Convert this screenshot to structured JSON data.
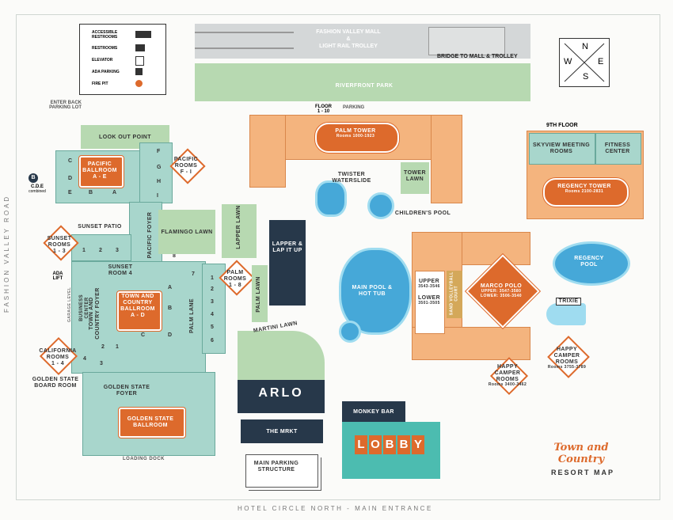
{
  "legend": {
    "items": [
      {
        "label": "ACCESSIBLE RESTROOMS",
        "icon": "accessible-restroom-icon"
      },
      {
        "label": "RESTROOMS",
        "icon": "restroom-icon"
      },
      {
        "label": "ELEVATOR",
        "icon": "elevator-icon"
      },
      {
        "label": "ADA PARKING",
        "icon": "ada-parking-icon"
      },
      {
        "label": "FIRE PIT",
        "icon": "fire-pit-icon"
      }
    ]
  },
  "compass": {
    "n": "N",
    "s": "S",
    "e": "E",
    "w": "W"
  },
  "top": {
    "mall": "FASHION VALLEY MALL",
    "amp": "&",
    "trolley": "LIGHT RAIL TROLLEY",
    "bridge": "BRIDGE TO MALL & TROLLEY",
    "riverfront": "RIVERFRONT PARK",
    "back_parking": "ENTER BACK PARKING LOT",
    "floor": "FLOOR",
    "floor_range": "1 - 10",
    "parking": "PARKING"
  },
  "roads": {
    "west": "FASHION VALLEY ROAD",
    "south": "HOTEL CIRCLE NORTH - MAIN ENTRANCE"
  },
  "buildings": {
    "lookout": "LOOK OUT POINT",
    "pacific_ballroom": "PACIFIC BALLROOM",
    "pacific_ballroom_range": "A - E",
    "pacific_rooms": "PACIFIC ROOMS",
    "pacific_rooms_range": "F - I",
    "pacific_foyer": "PACIFIC FOYER",
    "cde": "C.D.E",
    "cde_sub": "combined",
    "b_circle": "B",
    "sunset_patio": "SUNSET PATIO",
    "sunset_rooms": "SUNSET ROOMS",
    "sunset_rooms_range": "1 - 3",
    "sunset_room4": "SUNSET ROOM 4",
    "ada_lift": "ADA LIFT",
    "business_center": "BUSINESS CENTER",
    "garage_level": "GARAGE LEVEL",
    "tc_foyer": "TOWN AND COUNTRY FOYER",
    "tc_ballroom": "TOWN AND COUNTRY BALLROOM",
    "tc_ballroom_range": "A - D",
    "california_rooms": "CALIFORNIA ROOMS",
    "california_rooms_range": "1 - 4",
    "golden_state_board": "GOLDEN STATE BOARD ROOM",
    "golden_state_foyer": "GOLDEN STATE FOYER",
    "golden_state_ballroom": "GOLDEN STATE BALLROOM",
    "loading_dock": "LOADING DOCK",
    "flamingo_lawn": "FLAMINGO LAWN",
    "lapper_lawn": "LAPPER LAWN",
    "palm_lane": "PALM LANE",
    "palm_rooms": "PALM ROOMS",
    "palm_rooms_range": "1 - 8",
    "palm_lawn": "PALM LAWN",
    "martini_lawn": "MARTINI LAWN",
    "arlo": "ARLO",
    "mrkt": "THE MRKT",
    "main_parking": "MAIN PARKING STRUCTURE",
    "palm_tower": "PALM TOWER",
    "palm_tower_rooms": "Rooms 1000-1923",
    "twister": "TWISTER WATERSLIDE",
    "tower_lawn": "TOWER LAWN",
    "childrens_pool": "CHILDREN'S POOL",
    "lapper": "LAPPER & LAP IT UP",
    "main_pool": "MAIN POOL & HOT TUB",
    "upper": "UPPER",
    "upper_range": "3543-3546",
    "lower": "LOWER",
    "lower_range": "3501-3505",
    "sand_volleyball": "SAND VOLLEYBALL COURT",
    "marco_polo": "MARCO POLO",
    "marco_polo_upper": "UPPER: 3547-3580",
    "marco_polo_lower": "LOWER: 3506-3540",
    "happy_camper_left": "HAPPY CAMPER ROOMS",
    "happy_camper_left_rooms": "Rooms 3400-3462",
    "monkey_bar": "MONKEY BAR",
    "lobby": [
      "L",
      "O",
      "B",
      "B",
      "Y"
    ],
    "ninth_floor": "9TH FLOOR",
    "skyview": "SKYVIEW MEETING ROOMS",
    "fitness": "FITNESS CENTER",
    "regency_tower": "REGENCY TOWER",
    "regency_tower_rooms": "Rooms 2100-2831",
    "regency_pool": "REGENCY POOL",
    "trixie": "TRIXIE",
    "happy_camper_right": "HAPPY CAMPER ROOMS",
    "happy_camper_right_rooms": "Rooms 3755-3789"
  },
  "room_letters": {
    "pacific": [
      "C",
      "D",
      "E",
      "B",
      "A"
    ],
    "pacific_small": [
      "F",
      "G",
      "H",
      "I"
    ],
    "sunset": [
      "1",
      "2",
      "3"
    ],
    "foyer_nums": [
      "8",
      "7"
    ],
    "tc": [
      "A",
      "B",
      "C",
      "D"
    ],
    "california": [
      "1",
      "2",
      "3",
      "4"
    ],
    "palm_nums": [
      "1",
      "2",
      "3",
      "4",
      "5",
      "6"
    ]
  },
  "logo": {
    "script": "Town and Country",
    "subtitle": "RESORT MAP"
  },
  "colors": {
    "teal": "#a8d6cc",
    "orange": "#dd6a2c",
    "tan": "#f4b47e",
    "navy": "#27384a",
    "pool": "#46a8d8",
    "green": "#b7d9b1"
  }
}
